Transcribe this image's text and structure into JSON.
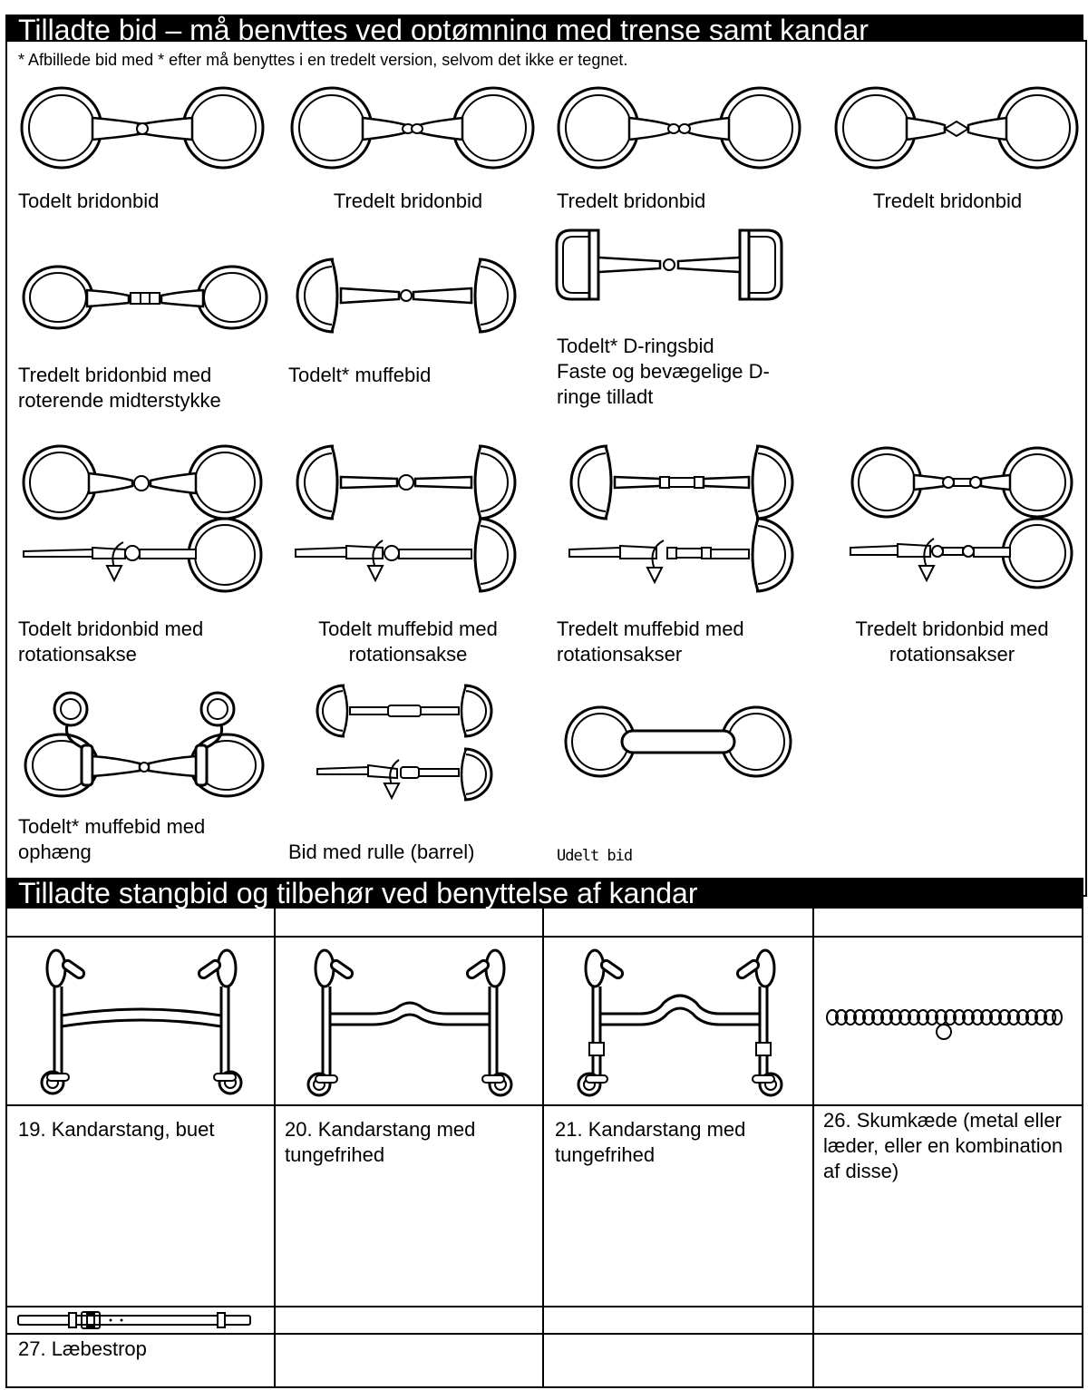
{
  "sections": {
    "snaffle": {
      "heading": "Tilladte bid – må benyttes ved optømning med trense samt kandar",
      "note": "* Afbillede bid med * efter må benyttes i en tredelt version, selvom det ikke er tegnet.",
      "items": [
        {
          "label": "Todelt bridonbid",
          "icon": "two-piece-loose-ring-bit-icon"
        },
        {
          "label": "Tredelt bridonbid",
          "icon": "three-piece-loose-ring-bit-icon"
        },
        {
          "label": "Tredelt bridonbid",
          "icon": "three-piece-loose-ring-bit-icon"
        },
        {
          "label": "Tredelt bridonbid",
          "icon": "three-piece-loose-ring-bit-icon"
        },
        {
          "label": "Tredelt bridonbid med roterende midterstykke",
          "icon": "rotating-center-bit-icon"
        },
        {
          "label": "Todelt* muffebid",
          "icon": "eggbutt-bit-icon"
        },
        {
          "label": "Todelt* D-ringsbid",
          "label2": "Faste og bevægelige D-ringe tilladt",
          "icon": "d-ring-bit-icon"
        },
        {
          "label": "Todelt bridonbid med rotationsakse",
          "icon": "rotating-axis-bit-icon"
        },
        {
          "label": "Todelt muffebid med rotationsakse",
          "icon": "rotating-axis-bit-icon"
        },
        {
          "label": "Tredelt muffebid med rotationsakser",
          "icon": "rotating-axis-bit-icon"
        },
        {
          "label": "Tredelt bridonbid med rotationsakser",
          "icon": "rotating-axis-bit-icon"
        },
        {
          "label": "Todelt* muffebid med ophæng",
          "icon": "hanging-cheek-bit-icon"
        },
        {
          "label": "Bid med rulle (barrel)",
          "icon": "barrel-bit-icon"
        },
        {
          "label": "Udelt bid",
          "icon": "mullen-bit-icon"
        }
      ]
    },
    "curb": {
      "heading": "Tilladte stangbid og tilbehør ved benyttelse af kandar",
      "items": [
        {
          "label": "19. Kandarstang, buet",
          "icon": "curb-bit-curved-icon"
        },
        {
          "label": "20. Kandarstang med tungefrihed",
          "icon": "curb-bit-port-icon"
        },
        {
          "label": "21. Kandarstang med tungefrihed",
          "icon": "curb-bit-high-port-icon"
        },
        {
          "label": "26. Skumkæde (metal eller læder, eller en kombination af disse)",
          "icon": "curb-chain-icon"
        },
        {
          "label": "27. Læbestrop",
          "icon": "lip-strap-icon"
        }
      ]
    }
  }
}
